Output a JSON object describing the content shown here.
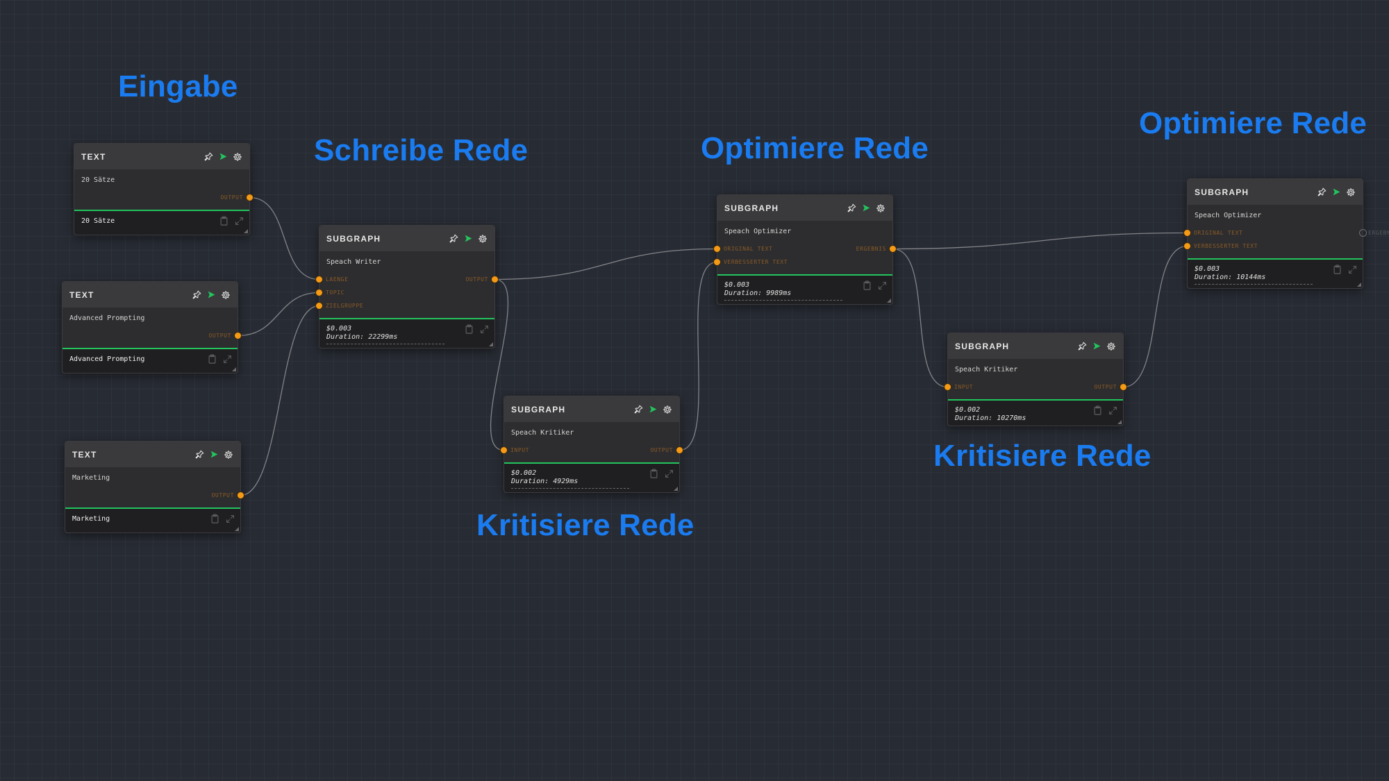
{
  "canvas_labels": {
    "eingabe": "Eingabe",
    "schreibe": "Schreibe Rede",
    "optimiere_1": "Optimiere Rede",
    "optimiere_2": "Optimiere Rede",
    "kritisiere_1": "Kritisiere Rede",
    "kritisiere_2": "Kritisiere Rede"
  },
  "colors": {
    "canvas_background": "#272b33",
    "label_blue": "#1a7cf0",
    "port_orange": "#f59a16",
    "accent_green": "#22c55e",
    "wire": "#8e8e93"
  },
  "icons": {
    "pin": "pin-icon",
    "run": "run-icon",
    "settings": "gear-icon",
    "copy": "clipboard-icon",
    "expand": "expand-icon"
  },
  "nodes": {
    "text1": {
      "type": "TEXT",
      "title": "20 Sätze",
      "output": "OUTPUT",
      "value": "20 Sätze"
    },
    "text2": {
      "type": "TEXT",
      "title": "Advanced Prompting",
      "output": "OUTPUT",
      "value": "Advanced Prompting"
    },
    "text3": {
      "type": "TEXT",
      "title": "Marketing",
      "output": "OUTPUT",
      "value": "Marketing"
    },
    "writer": {
      "type": "SUBGRAPH",
      "title": "Speach Writer",
      "inputs": [
        "LAENGE",
        "TOPIC",
        "ZIELGRUPPE"
      ],
      "output": "OUTPUT",
      "cost": "$0.003",
      "duration": "Duration: 22299ms"
    },
    "kritiker1": {
      "type": "SUBGRAPH",
      "title": "Speach Kritiker",
      "input": "INPUT",
      "output": "OUTPUT",
      "cost": "$0.002",
      "duration": "Duration: 4929ms"
    },
    "optimizer1": {
      "type": "SUBGRAPH",
      "title": "Speach Optimizer",
      "inputs": [
        "ORIGINAL TEXT",
        "VERBESSERTER TEXT"
      ],
      "output": "ERGEBNIS",
      "cost": "$0.003",
      "duration": "Duration: 9989ms"
    },
    "kritiker2": {
      "type": "SUBGRAPH",
      "title": "Speach Kritiker",
      "input": "INPUT",
      "output": "OUTPUT",
      "cost": "$0.002",
      "duration": "Duration: 10270ms"
    },
    "optimizer2": {
      "type": "SUBGRAPH",
      "title": "Speach Optimizer",
      "inputs": [
        "ORIGINAL TEXT",
        "VERBESSERTER TEXT"
      ],
      "output": "ERGEBNIS",
      "cost": "$0.003",
      "duration": "Duration: 10144ms"
    }
  }
}
